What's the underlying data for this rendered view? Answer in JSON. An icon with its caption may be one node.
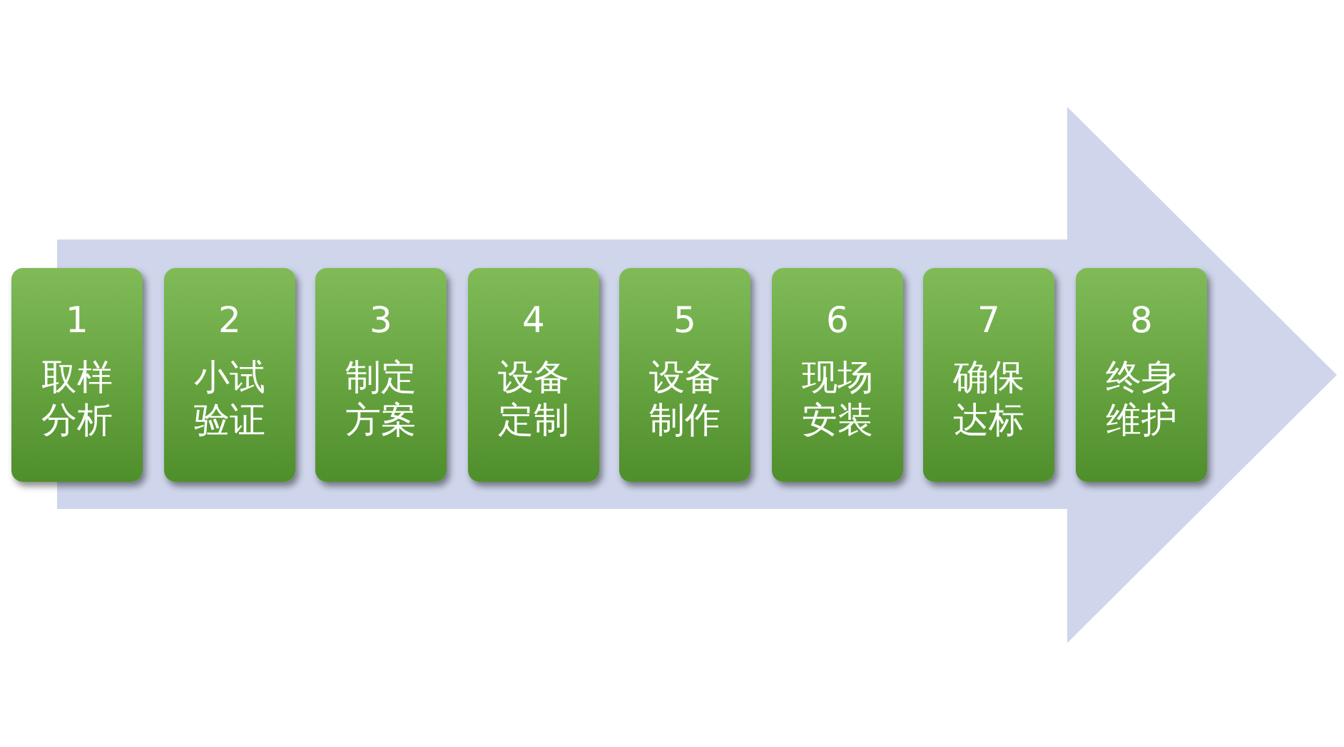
{
  "diagram": {
    "nodes": [
      {
        "text": [
          "1",
          "取样分析"
        ]
      },
      {
        "text": [
          "2",
          "小试验证"
        ]
      },
      {
        "text": [
          "3",
          "制定方案"
        ]
      },
      {
        "text": [
          "4",
          "设备定制"
        ]
      },
      {
        "text": [
          "5",
          "设备制作"
        ]
      },
      {
        "text": [
          "6",
          "现场安装"
        ]
      },
      {
        "text": [
          "7",
          "确保达标"
        ]
      },
      {
        "text": [
          "8",
          "终身维护"
        ]
      }
    ]
  }
}
